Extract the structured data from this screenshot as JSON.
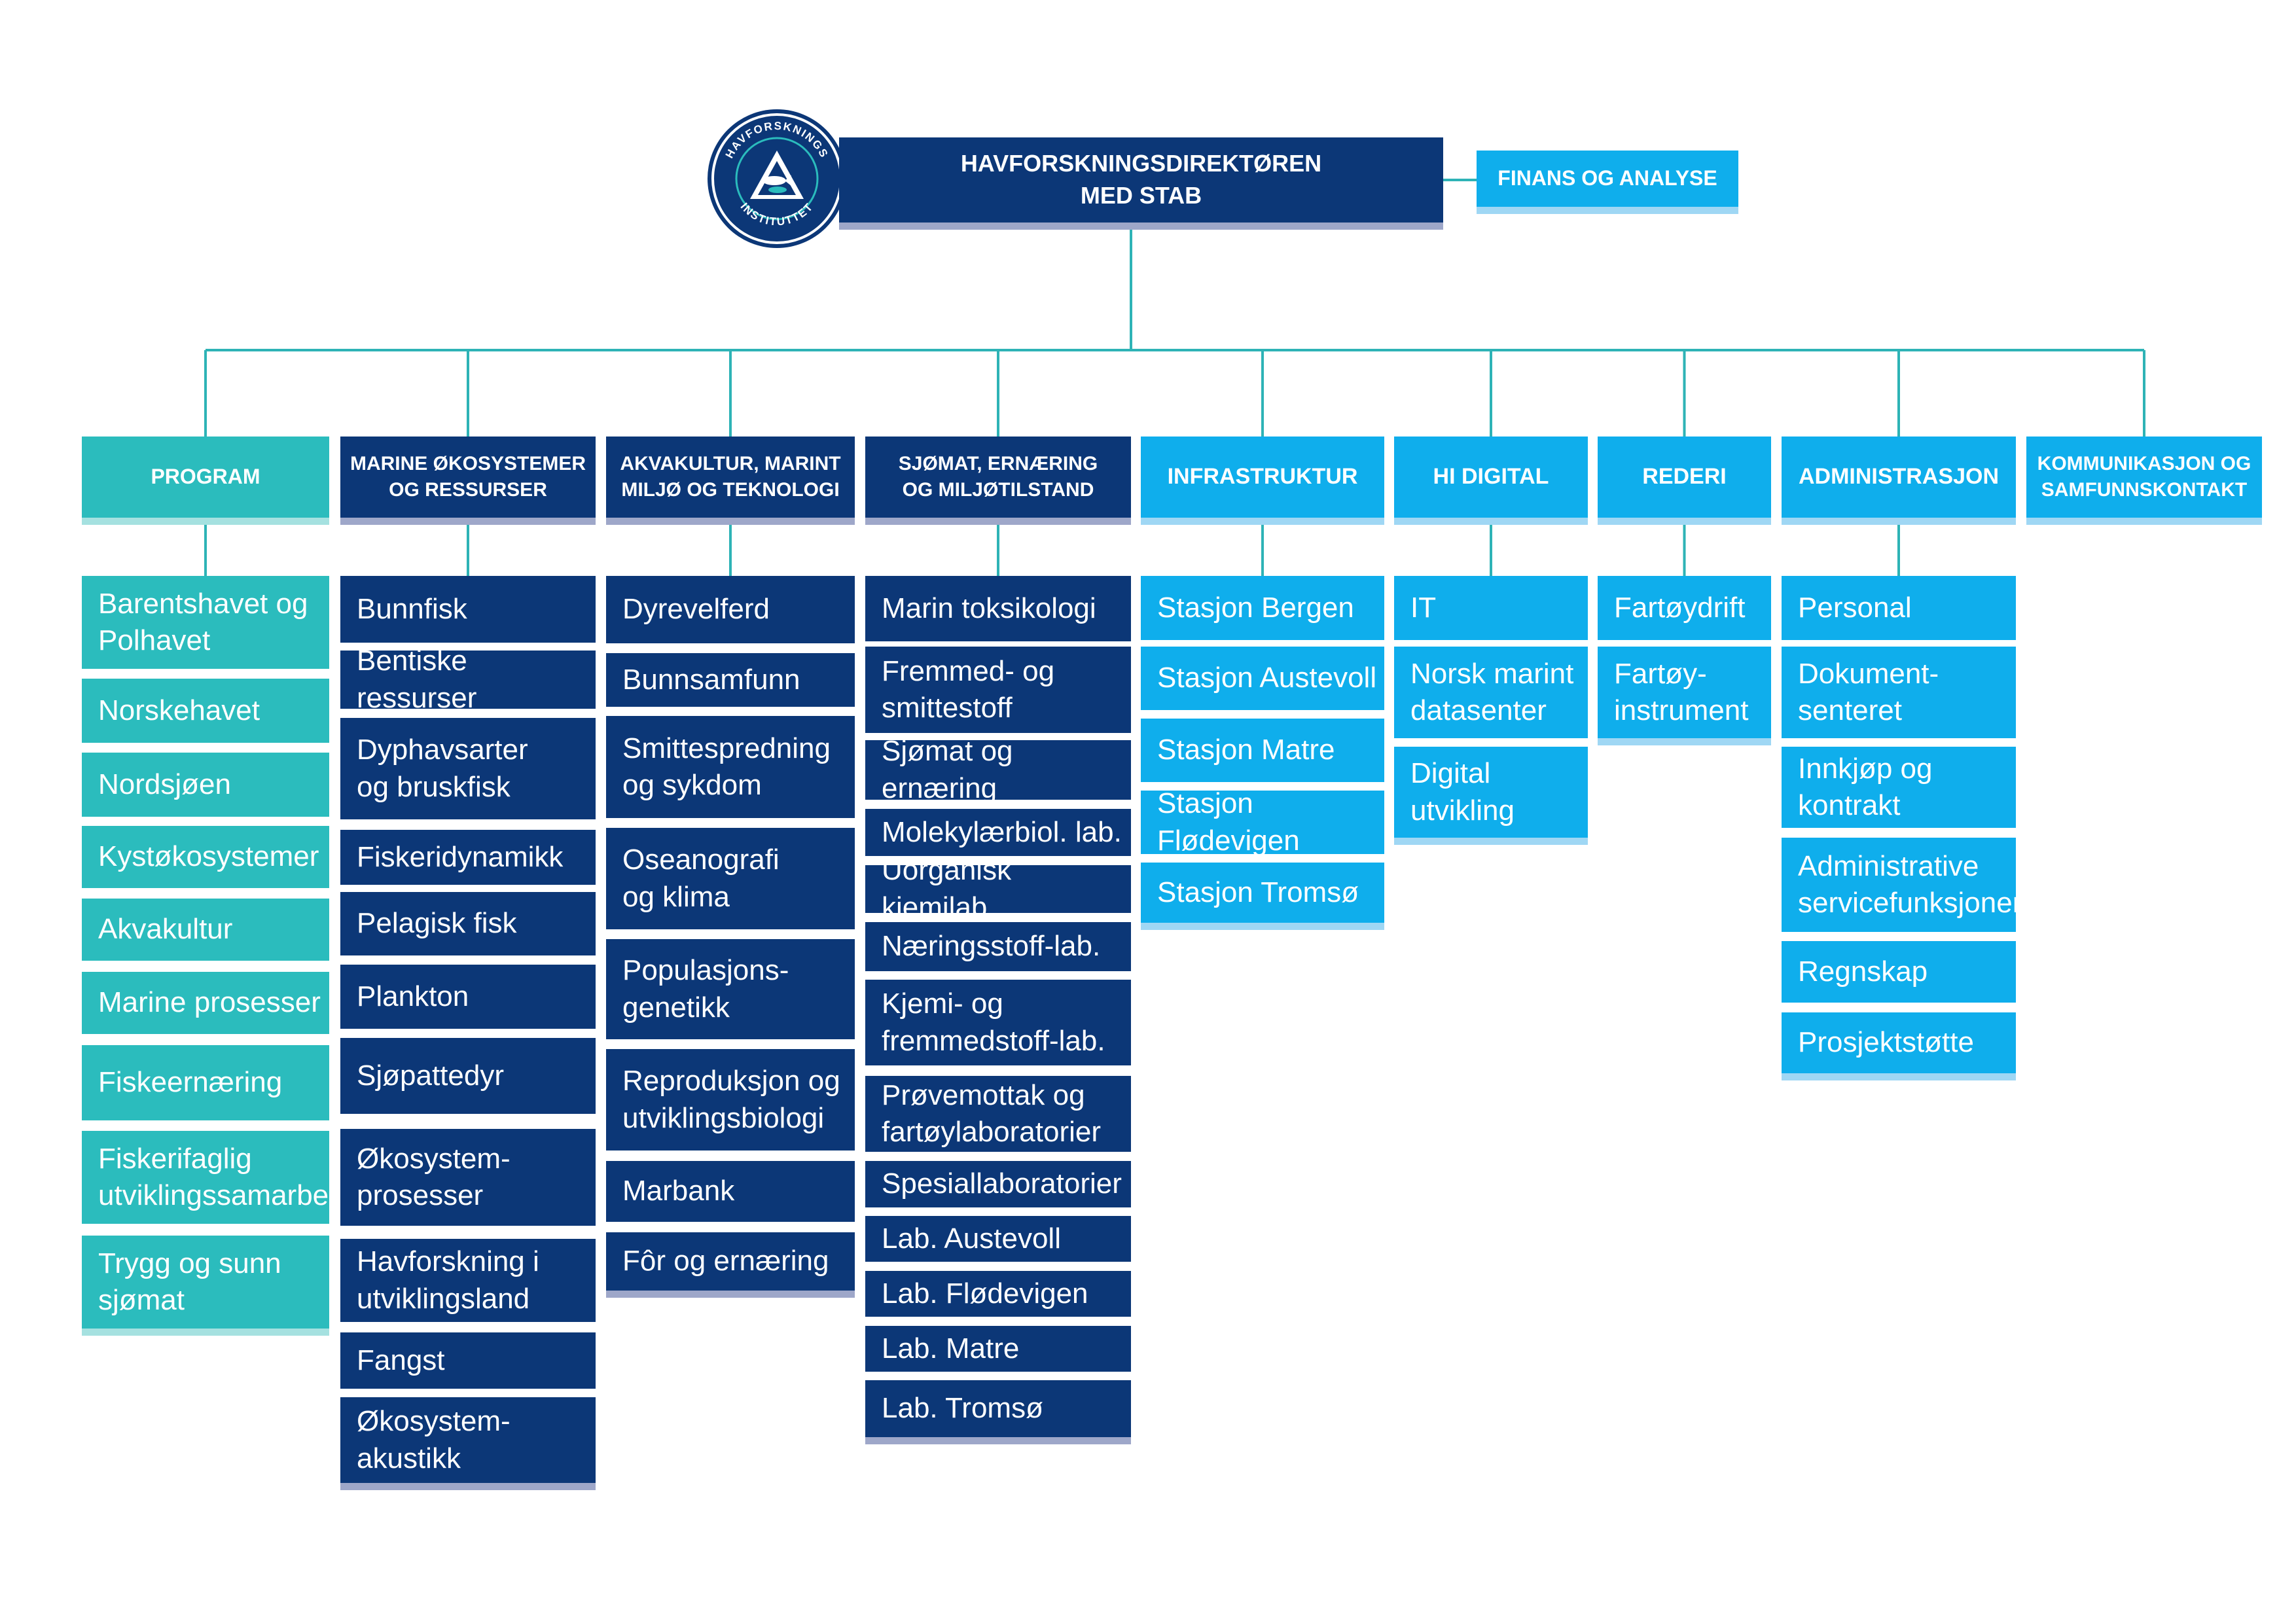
{
  "top": {
    "title_line1": "HAVFORSKNINGSDIREKTØREN",
    "title_line2": "MED STAB",
    "staff_unit": "FINANS OG ANALYSE"
  },
  "logo": {
    "ring_text_top": "HAVFORSKNINGS",
    "ring_text_bottom": "INSTITUTTET",
    "icon": "fish-in-triangle-logo"
  },
  "colors": {
    "teal": "#2bbcbd",
    "navy": "#0c3777",
    "sky": "#0faeec",
    "connector": "#2eb3b6"
  },
  "columns": [
    {
      "key": "program",
      "header": [
        "PROGRAM"
      ],
      "theme": "teal",
      "items": [
        [
          "Barentshavet og",
          "Polhavet"
        ],
        [
          "Norskehavet"
        ],
        [
          "Nordsjøen"
        ],
        [
          "Kystøkosystemer"
        ],
        [
          "Akvakultur"
        ],
        [
          "Marine prosesser"
        ],
        [
          "Fiskeernæring"
        ],
        [
          "Fiskerifaglig",
          "utviklingssamarbeid"
        ],
        [
          "Trygg og sunn",
          "sjømat"
        ]
      ]
    },
    {
      "key": "marine",
      "header": [
        "MARINE ØKOSYSTEMER",
        "OG RESSURSER"
      ],
      "theme": "navy",
      "items": [
        [
          "Bunnfisk"
        ],
        [
          "Bentiske ressurser"
        ],
        [
          "Dyphavsarter",
          "og bruskfisk"
        ],
        [
          "Fiskeridynamikk"
        ],
        [
          "Pelagisk fisk"
        ],
        [
          "Plankton"
        ],
        [
          "Sjøpattedyr"
        ],
        [
          "Økosystem-",
          "prosesser"
        ],
        [
          "Havforskning i",
          "utviklingsland"
        ],
        [
          "Fangst"
        ],
        [
          "Økosystem-",
          "akustikk"
        ]
      ]
    },
    {
      "key": "akvakultur",
      "header": [
        "AKVAKULTUR, MARINT",
        "MILJØ OG TEKNOLOGI"
      ],
      "theme": "navy",
      "items": [
        [
          "Dyrevelferd"
        ],
        [
          "Bunnsamfunn"
        ],
        [
          "Smittespredning",
          "og sykdom"
        ],
        [
          "Oseanografi",
          "og klima"
        ],
        [
          "Populasjons-",
          "genetikk"
        ],
        [
          "Reproduksjon og",
          "utviklingsbiologi"
        ],
        [
          "Marbank"
        ],
        [
          "Fôr og ernæring"
        ]
      ]
    },
    {
      "key": "sjomat",
      "header": [
        "SJØMAT, ERNÆRING",
        "OG MILJØTILSTAND"
      ],
      "theme": "navy",
      "items": [
        [
          "Marin toksikologi"
        ],
        [
          "Fremmed- og",
          "smittestoff"
        ],
        [
          "Sjømat og ernæring"
        ],
        [
          "Molekylærbiol. lab."
        ],
        [
          "Uorganisk kjemilab."
        ],
        [
          "Næringsstoff-lab."
        ],
        [
          "Kjemi- og",
          "fremmedstoff-lab."
        ],
        [
          "Prøvemottak og",
          "fartøylaboratorier"
        ],
        [
          "Spesiallaboratorier"
        ],
        [
          "Lab. Austevoll"
        ],
        [
          "Lab. Flødevigen"
        ],
        [
          "Lab. Matre"
        ],
        [
          "Lab. Tromsø"
        ]
      ]
    },
    {
      "key": "infrastruktur",
      "header": [
        "INFRASTRUKTUR"
      ],
      "theme": "sky",
      "items": [
        [
          "Stasjon Bergen"
        ],
        [
          "Stasjon Austevoll"
        ],
        [
          "Stasjon Matre"
        ],
        [
          "Stasjon Flødevigen"
        ],
        [
          "Stasjon Tromsø"
        ]
      ]
    },
    {
      "key": "hi-digital",
      "header": [
        "HI DIGITAL"
      ],
      "theme": "sky",
      "items": [
        [
          "IT"
        ],
        [
          "Norsk marint",
          "datasenter"
        ],
        [
          "Digital",
          "utvikling"
        ]
      ]
    },
    {
      "key": "rederi",
      "header": [
        "REDERI"
      ],
      "theme": "sky",
      "items": [
        [
          "Fartøydrift"
        ],
        [
          "Fartøy-",
          "instrument"
        ]
      ]
    },
    {
      "key": "administrasjon",
      "header": [
        "ADMINISTRASJON"
      ],
      "theme": "sky",
      "items": [
        [
          "Personal"
        ],
        [
          "Dokument-",
          "senteret"
        ],
        [
          "Innkjøp og",
          "kontrakt"
        ],
        [
          "Administrative",
          "servicefunksjoner"
        ],
        [
          "Regnskap"
        ],
        [
          "Prosjektstøtte"
        ]
      ]
    },
    {
      "key": "kommunikasjon",
      "header": [
        "KOMMUNIKASJON OG",
        "SAMFUNNSKONTAKT"
      ],
      "theme": "sky",
      "items": []
    }
  ]
}
